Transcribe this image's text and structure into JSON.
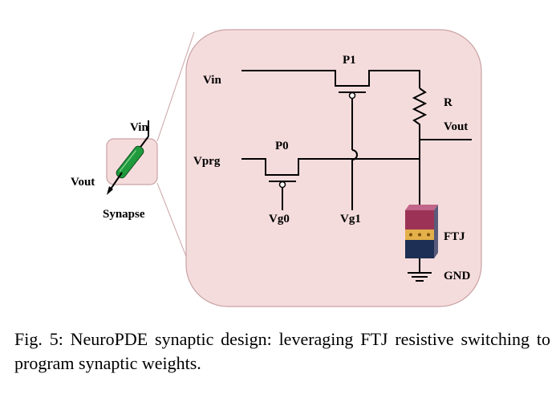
{
  "diagram": {
    "colors": {
      "panel_fill": "#f5dcdc",
      "panel_stroke": "#c9a2a4",
      "synapse_green": "#1f9a3c",
      "ftj_top": "#9c3357",
      "ftj_middle": "#e4b04a",
      "ftj_bottom": "#1d2f54"
    },
    "labels": {
      "vin": "Vin",
      "vprg": "Vprg",
      "p1": "P1",
      "p0": "P0",
      "r": "R",
      "vout": "Vout",
      "vg0": "Vg0",
      "vg1": "Vg1",
      "ftj": "FTJ",
      "gnd": "GND"
    },
    "synapse": {
      "label": "Synapse",
      "vin": "Vin",
      "vout": "Vout"
    }
  },
  "caption": "Fig. 5: NeuroPDE synaptic design: leveraging FTJ resistive switching to program synaptic weights."
}
